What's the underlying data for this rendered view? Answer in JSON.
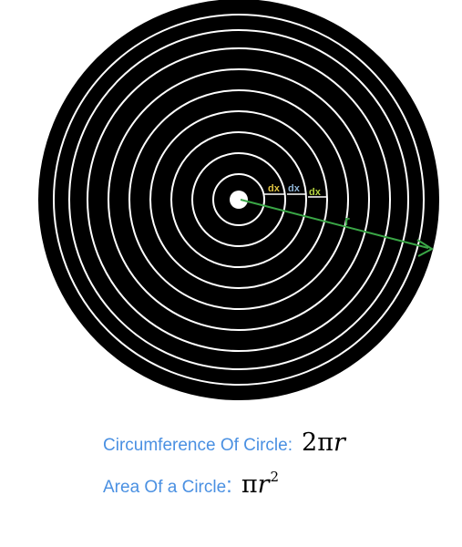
{
  "diagram": {
    "dx_labels": [
      "dx",
      "dx",
      "dx"
    ],
    "radius_label": "r",
    "colors": {
      "disc": "#000000",
      "rings": "#ffffff",
      "dx_1": "#e0c341",
      "dx_2": "#8fb4d6",
      "dx_3": "#b3d23f",
      "radius_arrow": "#3aa646"
    }
  },
  "formulas": {
    "circumference": {
      "label": "Circumference Of Circle:",
      "coef": "2",
      "pi": "π",
      "var": "r"
    },
    "area": {
      "label": "Area Of a Circle",
      "colon": ":",
      "pi": "π",
      "var": "r",
      "exp": "2"
    }
  }
}
